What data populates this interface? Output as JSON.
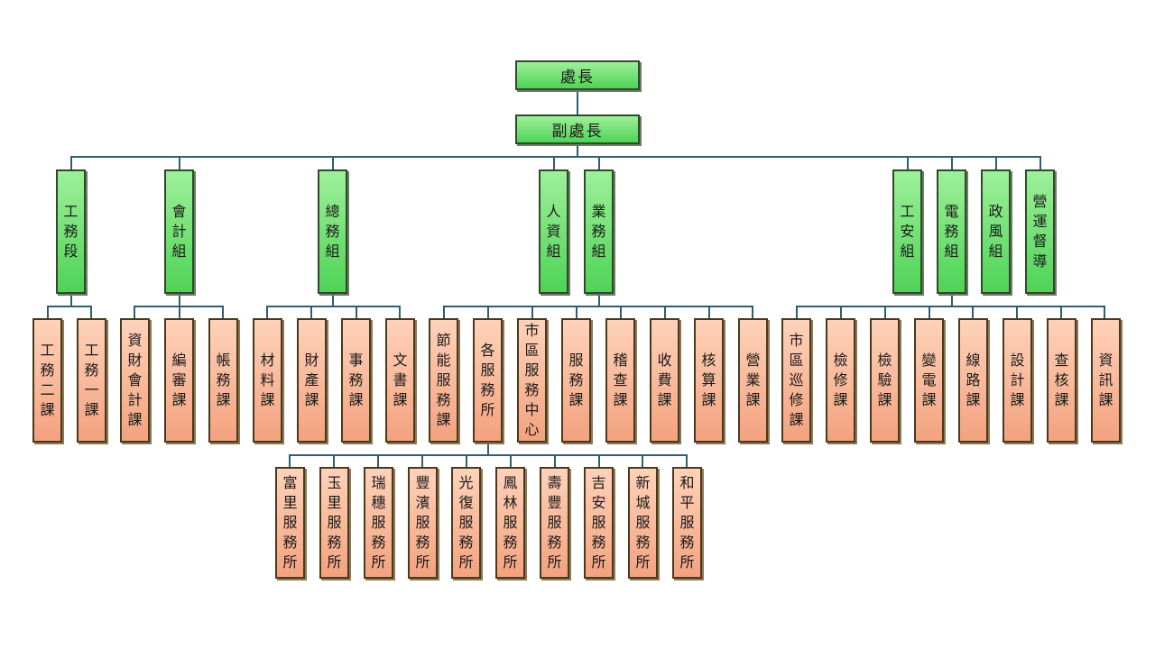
{
  "top": {
    "director": "處長",
    "deputy": "副處長"
  },
  "groups": [
    {
      "id": "g1",
      "label": "工務段",
      "children": [
        "工務二課",
        "工務一課"
      ]
    },
    {
      "id": "g2",
      "label": "會計組",
      "children": [
        "資財會計課",
        "編審課",
        "帳務課"
      ]
    },
    {
      "id": "g3",
      "label": "總務組",
      "children": [
        "材料課",
        "財產課",
        "事務課",
        "文書課"
      ]
    },
    {
      "id": "g4",
      "label": "人資組",
      "children": []
    },
    {
      "id": "g5",
      "label": "業務組",
      "children": [
        "節能服務課",
        "各服務所",
        "市區服務中心",
        "服務課",
        "稽查課",
        "收費課",
        "核算課",
        "營業課"
      ]
    },
    {
      "id": "g6",
      "label": "工安組",
      "children": []
    },
    {
      "id": "g7",
      "label": "電務組",
      "children": [
        "市區巡修課",
        "檢修課",
        "檢驗課",
        "變電課",
        "線路課",
        "設計課",
        "查核課",
        "資訊課"
      ]
    },
    {
      "id": "g8",
      "label": "政風組",
      "children": []
    },
    {
      "id": "g9",
      "label": "營運督導",
      "children": []
    }
  ],
  "service_offices": [
    "富里服務所",
    "玉里服務所",
    "瑞穗服務所",
    "豐濱服務所",
    "光復服務所",
    "鳳林服務所",
    "壽豐服務所",
    "吉安服務所",
    "新城服務所",
    "和平服務所"
  ],
  "colors": {
    "connector": "#2c5f73",
    "management_fill": "#5fdc63",
    "unit_fill": "#f6b392"
  }
}
